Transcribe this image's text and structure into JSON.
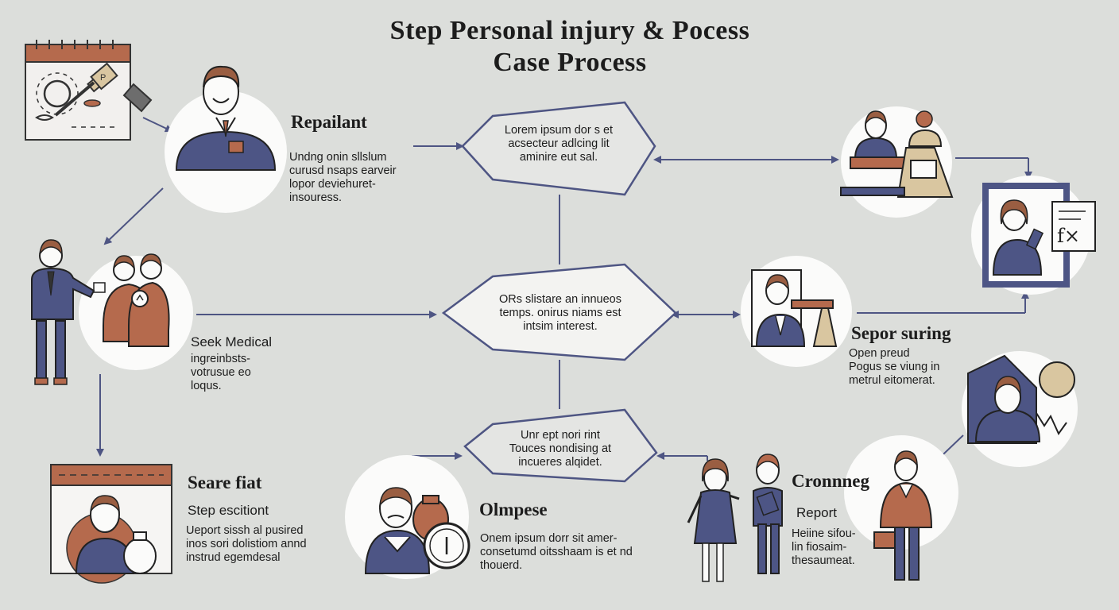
{
  "title": {
    "line1": "Step Personal  injury & Pocess",
    "line2": "Case Process"
  },
  "hexagons": [
    {
      "lines": [
        "Lorem ipsum dor s et",
        "acsecteur adlcing lit",
        "aminire eut sal."
      ]
    },
    {
      "lines": [
        "ORs slistare an innueos",
        "temps. onirus niams est",
        "intsim interest."
      ]
    },
    {
      "lines": [
        "Unr ept nori rint",
        "Touces nondising at",
        "incueres alqidet."
      ]
    }
  ],
  "steps": {
    "repairant": {
      "heading": "Repailant",
      "lines": [
        "Undng onin sllslum",
        "curusd nsaps earveir",
        "lopor deviehuret-",
        "insouress."
      ]
    },
    "seek": {
      "heading": "Seek Medical",
      "lines": [
        "ingreinbsts-",
        "votrusue eo",
        "loqus."
      ]
    },
    "seare": {
      "heading": "Seare fiat",
      "sub": "Step escitiont",
      "lines": [
        "Ueport sissh al pusired",
        "inos sori dolistiom annd",
        "instrud egemdesal"
      ]
    },
    "olmpese": {
      "heading": "Olmpese",
      "lines": [
        "Onem ipsum dorr sit amer-",
        "consetumd oitsshaam is et nd",
        "thouerd."
      ]
    },
    "sepor": {
      "heading": "Sepor suring",
      "lines": [
        "Open preud",
        "Pogus se viung in",
        "metrul eitomerat."
      ]
    },
    "cronnneg": {
      "heading": "Cronnneg",
      "sub": "Report",
      "lines": [
        "Heiine sifou-",
        "lin fiosaim-",
        "thesaumeat."
      ]
    }
  },
  "icons": {
    "top-left": "calendar-gavel-icon",
    "doc-fx": "fx-document-icon"
  },
  "icon_labels": {
    "fx": "f×",
    "p": "P"
  },
  "colors": {
    "background": "#dcdedb",
    "navy": "#4d5585",
    "rust": "#b56a4d",
    "skin": "#f2f0ee",
    "hair": "#9a5e42",
    "tan": "#d9c6a0",
    "line": "#4e5583"
  }
}
